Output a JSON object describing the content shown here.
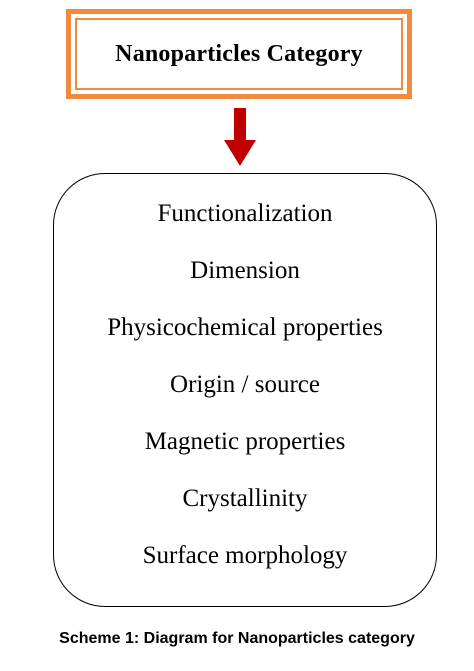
{
  "diagram": {
    "title": "Nanoparticles Category",
    "items": [
      "Functionalization",
      "Dimension",
      "Physicochemical properties",
      "Origin / source",
      "Magnetic properties",
      "Crystallinity",
      "Surface morphology"
    ],
    "arrow_icon": "down-arrow-icon",
    "colors": {
      "title_border": "#f08a3c",
      "arrow": "#c00000",
      "text": "#000000"
    }
  },
  "caption": "Scheme 1: Diagram for Nanoparticles category"
}
